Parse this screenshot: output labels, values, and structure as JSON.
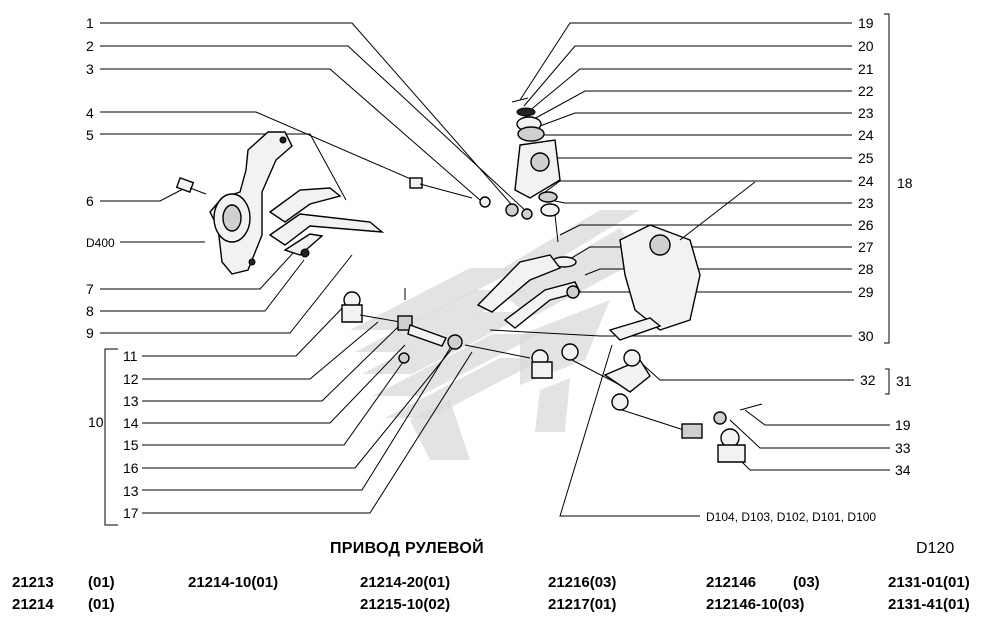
{
  "title": "ПРИВОД РУЛЕВОЙ",
  "code": "D120",
  "callouts_left": [
    "1",
    "2",
    "3",
    "4",
    "5",
    "6",
    "D400",
    "7",
    "8",
    "9",
    "11",
    "12",
    "13",
    "14",
    "15",
    "16",
    "13",
    "17",
    "10"
  ],
  "callouts_right": [
    "19",
    "20",
    "21",
    "22",
    "23",
    "24",
    "25",
    "24",
    "23",
    "26",
    "27",
    "28",
    "29",
    "30",
    "32",
    "31",
    "19",
    "33",
    "34",
    "18"
  ],
  "variants_note": "D104, D103, D102, D101, D100",
  "models": {
    "row1": [
      "21213",
      "(01)",
      "21214-10(01)",
      "21214-20(01)",
      "21216(03)",
      "212146",
      "(03)",
      "2131-01(01)"
    ],
    "row2": [
      "21214",
      "(01)",
      "",
      "21215-10(02)",
      "21217(01)",
      "212146-10(03)",
      "",
      "2131-41(01)"
    ]
  }
}
